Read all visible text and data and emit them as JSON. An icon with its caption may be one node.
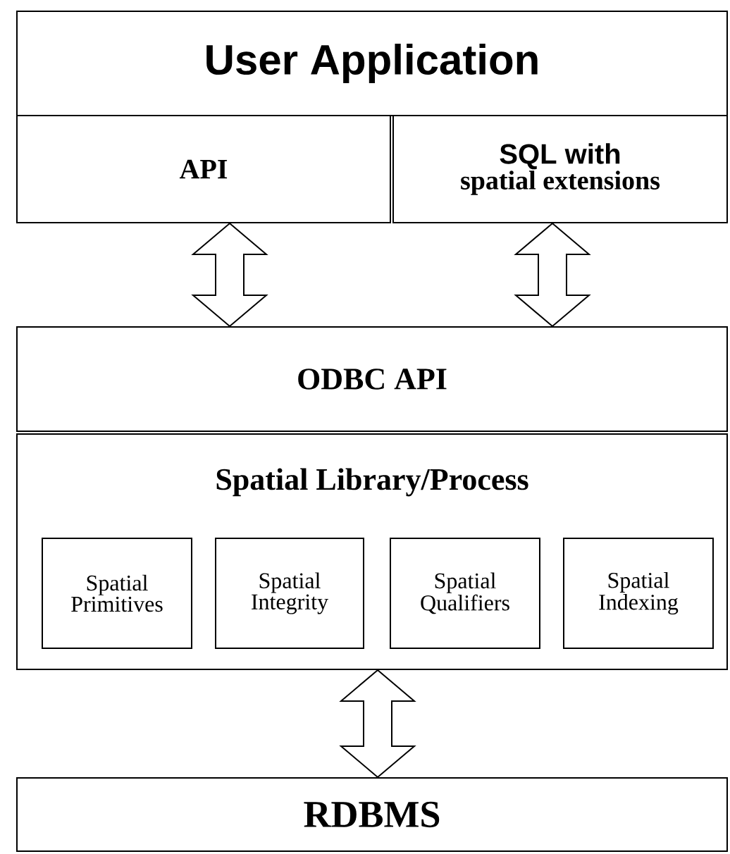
{
  "diagram": {
    "nodes": [
      {
        "text": [
          "User Application"
        ]
      },
      {
        "text": [
          "API"
        ]
      },
      {
        "text": [
          "SQL with",
          "spatial extensions"
        ]
      },
      {
        "text": [
          "ODBC API"
        ]
      },
      {
        "text": [
          "Spatial Library/Process"
        ]
      },
      {
        "text": [
          "Spatial Primitives"
        ],
        "in": 4
      },
      {
        "text": [
          "Spatial Integrity"
        ],
        "in": 4
      },
      {
        "text": [
          "Spatial Qualifiers"
        ],
        "in": 4
      },
      {
        "text": [
          "Spatial Indexing"
        ],
        "in": 4
      },
      {
        "text": [
          "RDBMS"
        ]
      }
    ],
    "edges": [
      {
        "from": 1,
        "to": 3,
        "arrow": "both"
      },
      {
        "from": 2,
        "to": 3,
        "arrow": "both"
      },
      {
        "from": 4,
        "to": 9,
        "arrow": "both"
      }
    ]
  }
}
